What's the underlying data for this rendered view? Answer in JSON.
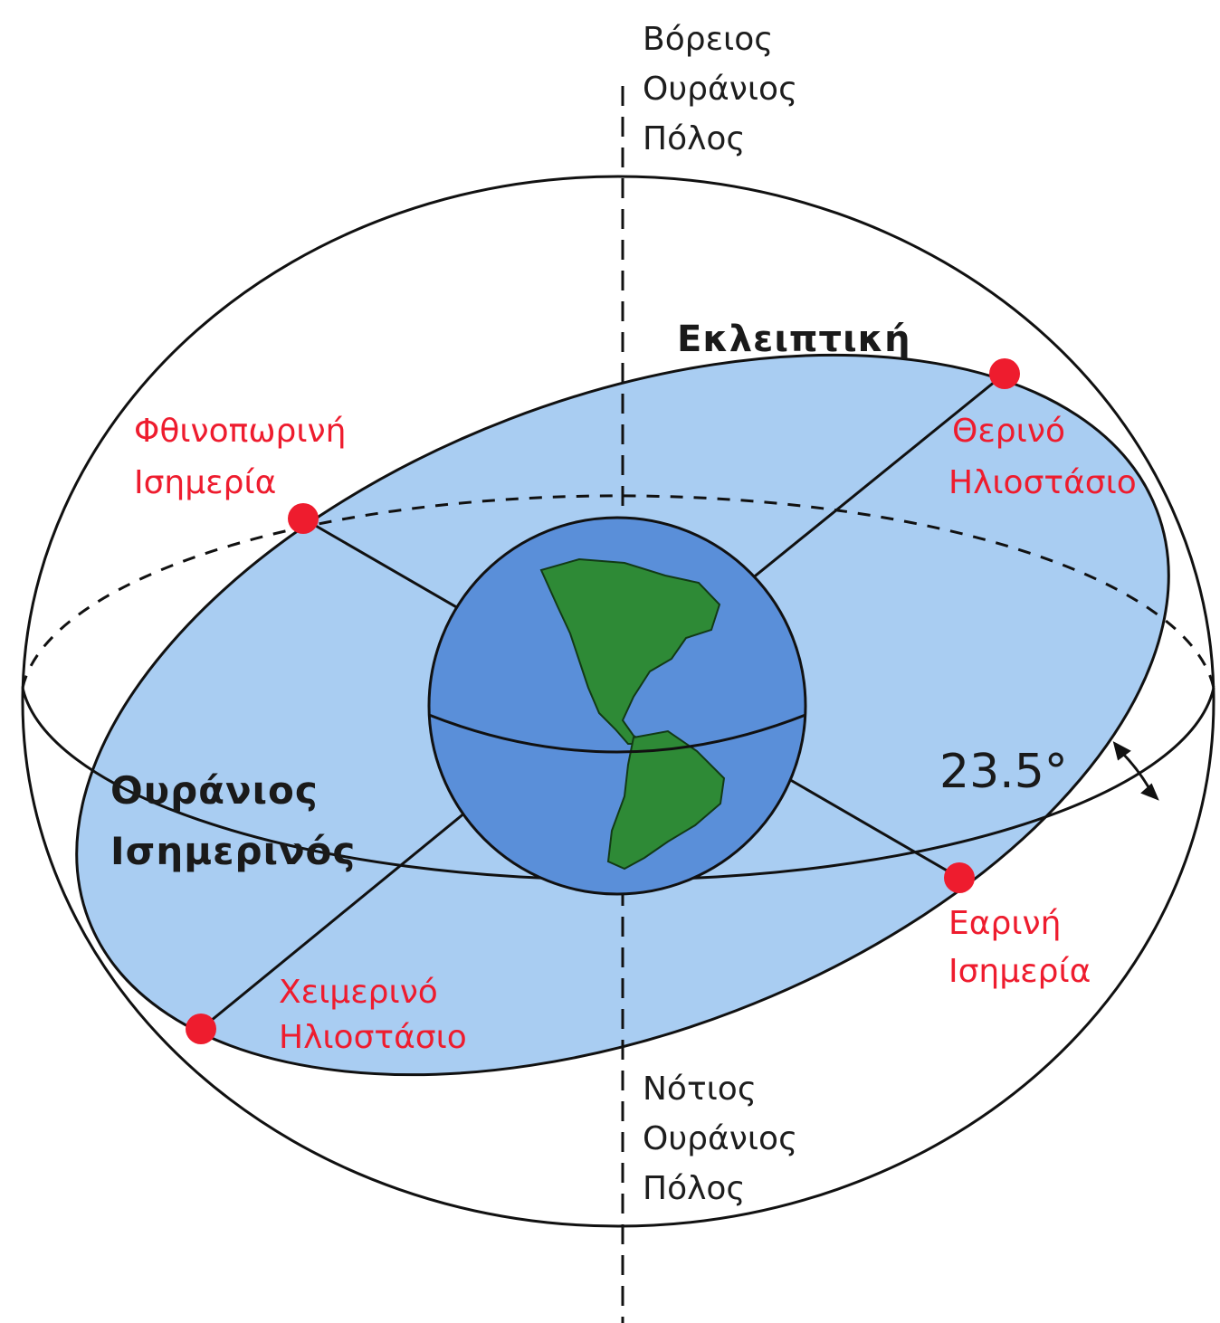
{
  "labels": {
    "north_pole": [
      "Βόρειος",
      "Ουράνιος",
      "Πόλος"
    ],
    "south_pole": [
      "Νότιος",
      "Ουράνιος",
      "Πόλος"
    ],
    "ecliptic": "Εκλειπτική",
    "celestial_equator": [
      "Ουράνιος",
      "Ισημερινός"
    ],
    "autumnal_equinox": [
      "Φθινοπωρινή",
      "Ισημερία"
    ],
    "summer_solstice": [
      "Θερινό",
      "Ηλιοστάσιο"
    ],
    "vernal_equinox": [
      "Εαρινή",
      "Ισημερία"
    ],
    "winter_solstice": [
      "Χειμερινό",
      "Ηλιοστάσιο"
    ],
    "tilt_angle": "23.5°"
  },
  "colors": {
    "ecliptic_plane": "#a9cdf2",
    "earth_ocean": "#5a8fd9",
    "earth_land": "#2e8a36",
    "point_marker": "#ee1c2e",
    "outline": "#111111"
  }
}
